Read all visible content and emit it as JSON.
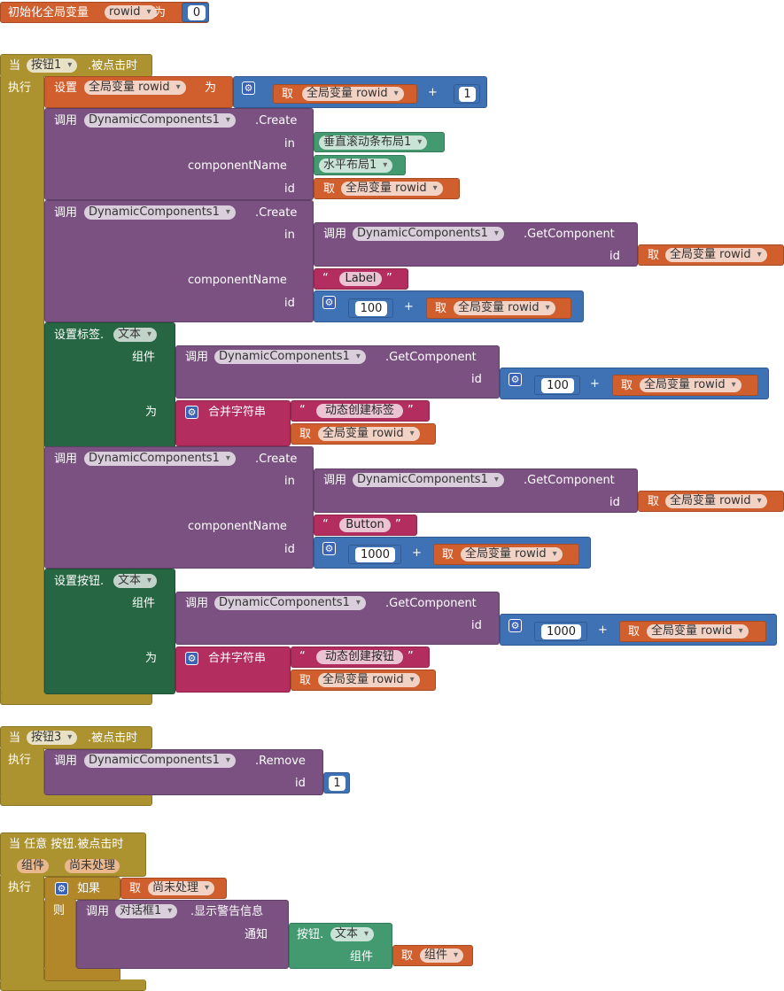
{
  "globals": {
    "init_label": "初始化全局变量",
    "var_name": "rowid",
    "to_label": "为",
    "init_value": "0"
  },
  "common": {
    "when": "当",
    "do": "执行",
    "clicked": ".被点击时",
    "set": "设置",
    "to": "为",
    "call": "调用",
    "get": "取",
    "global_rowid": "全局变量 rowid",
    "dyn": "DynamicComponents1",
    "create": ".Create",
    "getcomp": ".GetComponent",
    "remove": ".Remove",
    "in": "in",
    "componentName": "componentName",
    "id": "id",
    "plus": "+",
    "component": "组件",
    "join": "合并字符串",
    "text_prop": "文本",
    "quote_open": "“",
    "quote_close": "”"
  },
  "handler1": {
    "button": "按钮1",
    "increment": "1",
    "parent1": "垂直滚动条布局1",
    "horiz": "水平布局1",
    "label_type": "Label",
    "hundred": "100",
    "set_label": "设置标签.",
    "label_prefix": "动态创建标签",
    "button_type": "Button",
    "thousand": "1000",
    "set_button": "设置按钮.",
    "button_prefix": "动态创建按钮"
  },
  "handler2": {
    "button": "按钮3",
    "remove_id": "1"
  },
  "handler3": {
    "title": "当 任意 按钮.被点击时",
    "param1": "组件",
    "param2": "尚未处理",
    "if": "如果",
    "then": "则",
    "get_notAlreadyHandled": "尚未处理",
    "notifier": "对话框1",
    "show_alert": ".显示警告信息",
    "notice": "通知",
    "any_button_text": "按钮.",
    "component_get": "组件"
  }
}
